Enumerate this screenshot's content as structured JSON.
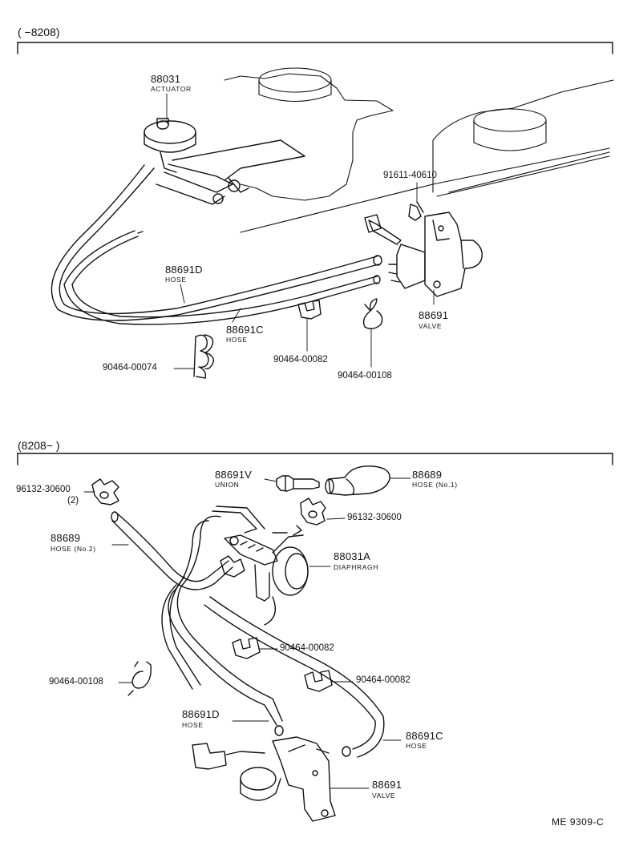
{
  "sections": {
    "top": {
      "range": "(      −8208)",
      "parts": [
        {
          "num": "88031",
          "name": "ACTUATOR"
        },
        {
          "num": "91611-40610",
          "name": ""
        },
        {
          "num": "88691D",
          "name": "HOSE"
        },
        {
          "num": "88691C",
          "name": "HOSE"
        },
        {
          "num": "88691",
          "name": "VALVE"
        },
        {
          "num": "90464-00074",
          "name": ""
        },
        {
          "num": "90464-00082",
          "name": ""
        },
        {
          "num": "90464-00108",
          "name": ""
        }
      ]
    },
    "bottom": {
      "range": "(8208−         )",
      "parts": [
        {
          "num": "96132-30600",
          "name": "(2)"
        },
        {
          "num": "88691V",
          "name": "UNION"
        },
        {
          "num": "88689",
          "name": "HOSE (No.1)"
        },
        {
          "num": "96132-30600",
          "name": ""
        },
        {
          "num": "88689",
          "name": "HOSE (No.2)"
        },
        {
          "num": "88031A",
          "name": "DIAPHRAGH"
        },
        {
          "num": "90464-00082",
          "name": ""
        },
        {
          "num": "90464-00108",
          "name": ""
        },
        {
          "num": "90464-00082",
          "name": ""
        },
        {
          "num": "88691D",
          "name": "HOSE"
        },
        {
          "num": "88691C",
          "name": "HOSE"
        },
        {
          "num": "88691",
          "name": "VALVE"
        }
      ]
    }
  },
  "footer": {
    "code": "ME  9309-C"
  }
}
